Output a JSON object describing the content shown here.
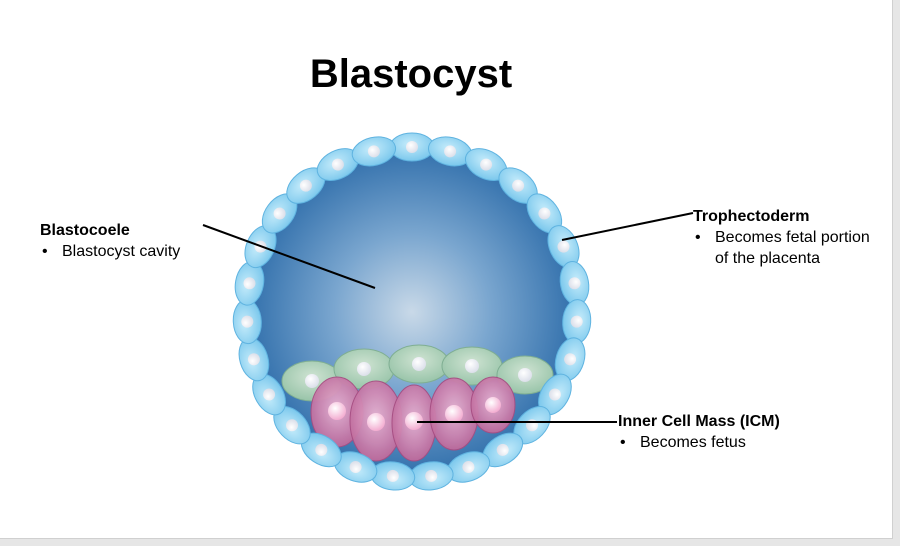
{
  "title": "Blastocyst",
  "labels": {
    "blastocoele": {
      "head": "Blastocoele",
      "bullet": "Blastocyst cavity"
    },
    "trophectoderm": {
      "head": "Trophectoderm",
      "bullet_line1": "Becomes fetal portion",
      "bullet_line2": "of the placenta"
    },
    "icm": {
      "head": "Inner Cell Mass (ICM)",
      "bullet": "Becomes fetus"
    }
  },
  "colors": {
    "cavity_center": "#c5d6e6",
    "cavity_edge": "#2a72b0",
    "trophectoderm_cell": "#8fd0f0",
    "icm_top_cell": "#a8cbb0",
    "icm_cell": "#c16aa0",
    "nucleus": "#ffffff"
  }
}
